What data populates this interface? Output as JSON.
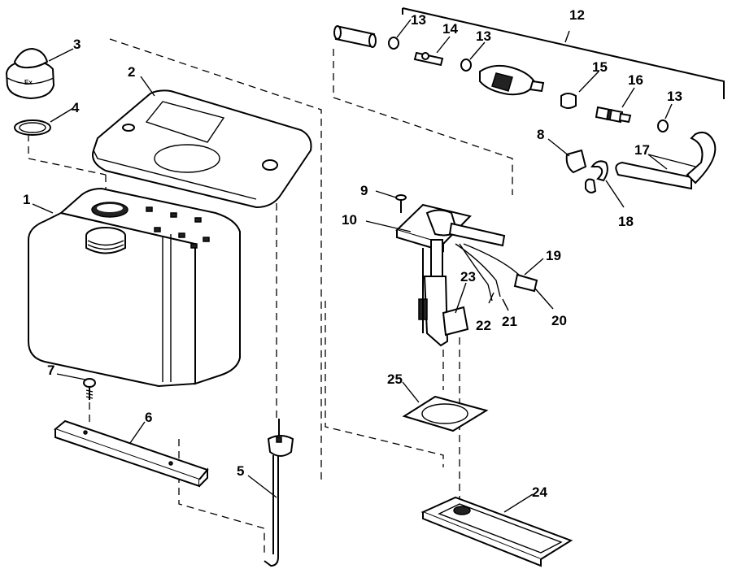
{
  "callouts": [
    {
      "id": "1",
      "label": "1"
    },
    {
      "id": "2",
      "label": "2"
    },
    {
      "id": "3",
      "label": "3"
    },
    {
      "id": "4",
      "label": "4"
    },
    {
      "id": "5",
      "label": "5"
    },
    {
      "id": "6",
      "label": "6"
    },
    {
      "id": "7",
      "label": "7"
    },
    {
      "id": "8",
      "label": "8"
    },
    {
      "id": "9",
      "label": "9"
    },
    {
      "id": "10",
      "label": "10"
    },
    {
      "id": "12",
      "label": "12"
    },
    {
      "id": "13a",
      "label": "13"
    },
    {
      "id": "13b",
      "label": "13"
    },
    {
      "id": "13c",
      "label": "13"
    },
    {
      "id": "14",
      "label": "14"
    },
    {
      "id": "15",
      "label": "15"
    },
    {
      "id": "16",
      "label": "16"
    },
    {
      "id": "17",
      "label": "17"
    },
    {
      "id": "18",
      "label": "18"
    },
    {
      "id": "19",
      "label": "19"
    },
    {
      "id": "20",
      "label": "20"
    },
    {
      "id": "21",
      "label": "21"
    },
    {
      "id": "22",
      "label": "22"
    },
    {
      "id": "23",
      "label": "23"
    },
    {
      "id": "24",
      "label": "24"
    },
    {
      "id": "25",
      "label": "25"
    }
  ],
  "cap_lettering": "Ex"
}
